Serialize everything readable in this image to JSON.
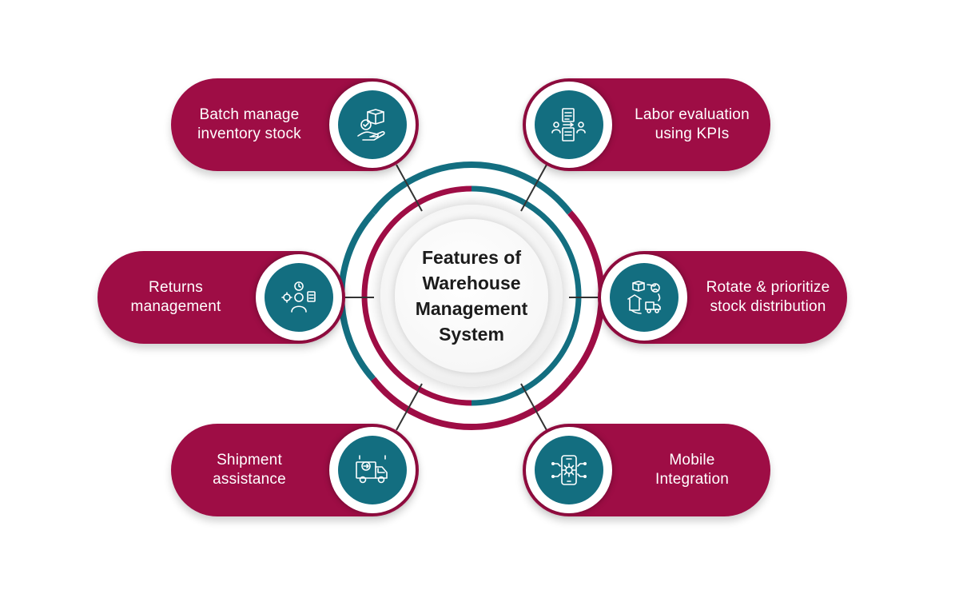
{
  "hub": {
    "title_lines": [
      "Features of",
      "Warehouse",
      "Management",
      "System"
    ]
  },
  "features": [
    {
      "lines": [
        "Batch manage",
        "inventory stock"
      ],
      "icon": "hand-box-icon"
    },
    {
      "lines": [
        "Labor evaluation",
        "using KPIs"
      ],
      "icon": "checklist-people-icon"
    },
    {
      "lines": [
        "Returns",
        "management"
      ],
      "icon": "person-gear-clipboard-icon"
    },
    {
      "lines": [
        "Rotate & prioritize",
        "stock distribution"
      ],
      "icon": "box-truck-rotate-icon"
    },
    {
      "lines": [
        "Shipment",
        "assistance"
      ],
      "icon": "delivery-truck-icon"
    },
    {
      "lines": [
        "Mobile",
        "Integration"
      ],
      "icon": "mobile-gear-icon"
    }
  ],
  "colors": {
    "pill": "#9e0d45",
    "icon_disc": "#136e80",
    "ring_teal": "#136e80",
    "ring_crimson": "#9e0d45",
    "connector": "#333333"
  }
}
